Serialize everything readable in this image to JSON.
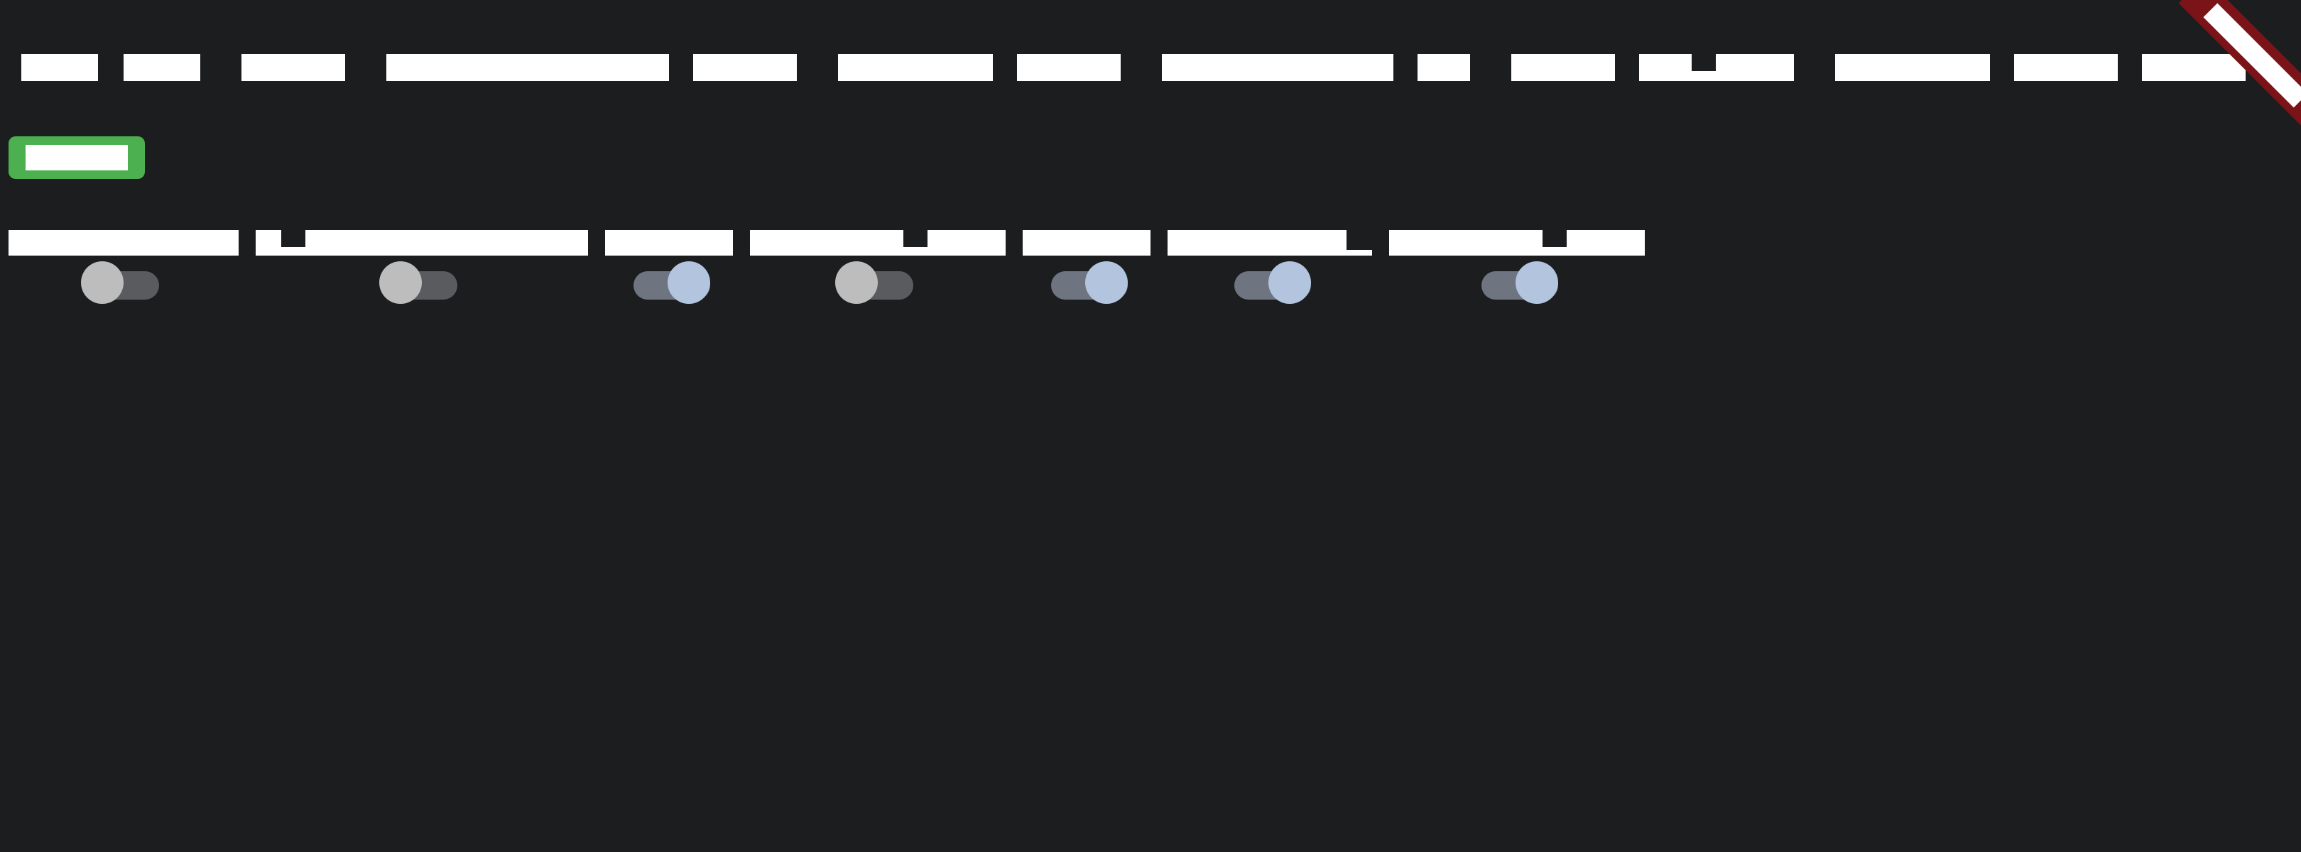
{
  "nav": {
    "items": [
      {
        "label": ""
      },
      {
        "label": ""
      },
      {
        "label": ""
      },
      {
        "label": ""
      },
      {
        "label": ""
      },
      {
        "label": ""
      },
      {
        "label": ""
      },
      {
        "label": ""
      },
      {
        "label": ""
      },
      {
        "label": ""
      },
      {
        "label": ""
      },
      {
        "label": ""
      },
      {
        "label": ""
      },
      {
        "label": ""
      }
    ]
  },
  "corner_ribbon": {
    "label": ""
  },
  "status_badge": {
    "label": ""
  },
  "toggles": [
    {
      "label": "",
      "state": "off"
    },
    {
      "label": "",
      "state": "off"
    },
    {
      "label": "",
      "state": "on"
    },
    {
      "label": "",
      "state": "off"
    },
    {
      "label": "",
      "state": "on"
    },
    {
      "label": "",
      "state": "on"
    },
    {
      "label": "",
      "state": "on"
    }
  ],
  "colors": {
    "background": "#1c1d1f",
    "badge_green": "#4caf50",
    "ribbon_red": "#7a1418",
    "switch_on_knob": "#b3c4de",
    "switch_off_knob": "#bdbdbd"
  }
}
